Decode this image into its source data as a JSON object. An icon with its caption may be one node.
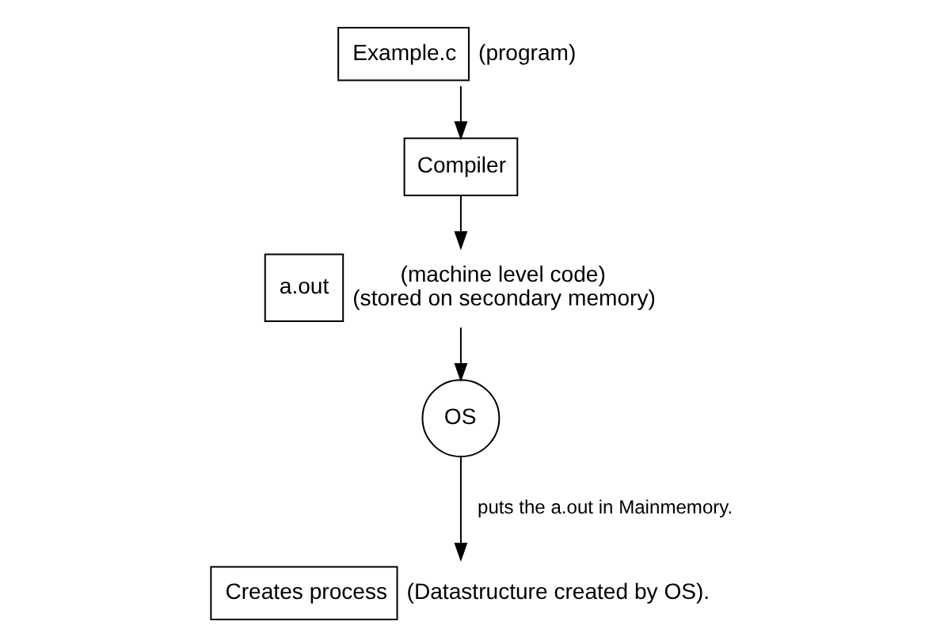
{
  "diagram": {
    "nodes": [
      {
        "text": [
          "Example.c"
        ],
        "beside": [
          "(program)"
        ]
      },
      {
        "text": [
          "Compiler"
        ]
      },
      {
        "text": [
          "a.out"
        ],
        "beside": [
          "(machine level code)",
          "(stored on secondary memory)"
        ]
      },
      {
        "text": [
          "OS"
        ]
      },
      {
        "text": [
          "Creates process"
        ],
        "beside": [
          "(Datastructure created by OS)."
        ]
      }
    ],
    "edges": [
      {
        "from": 0,
        "to": 1,
        "arrow": "to"
      },
      {
        "from": 1,
        "to": 2,
        "arrow": "to"
      },
      {
        "from": 2,
        "to": 3,
        "arrow": "to"
      },
      {
        "from": 3,
        "to": 4,
        "arrow": "to",
        "label": "puts the a.out in Mainmemory."
      }
    ]
  }
}
